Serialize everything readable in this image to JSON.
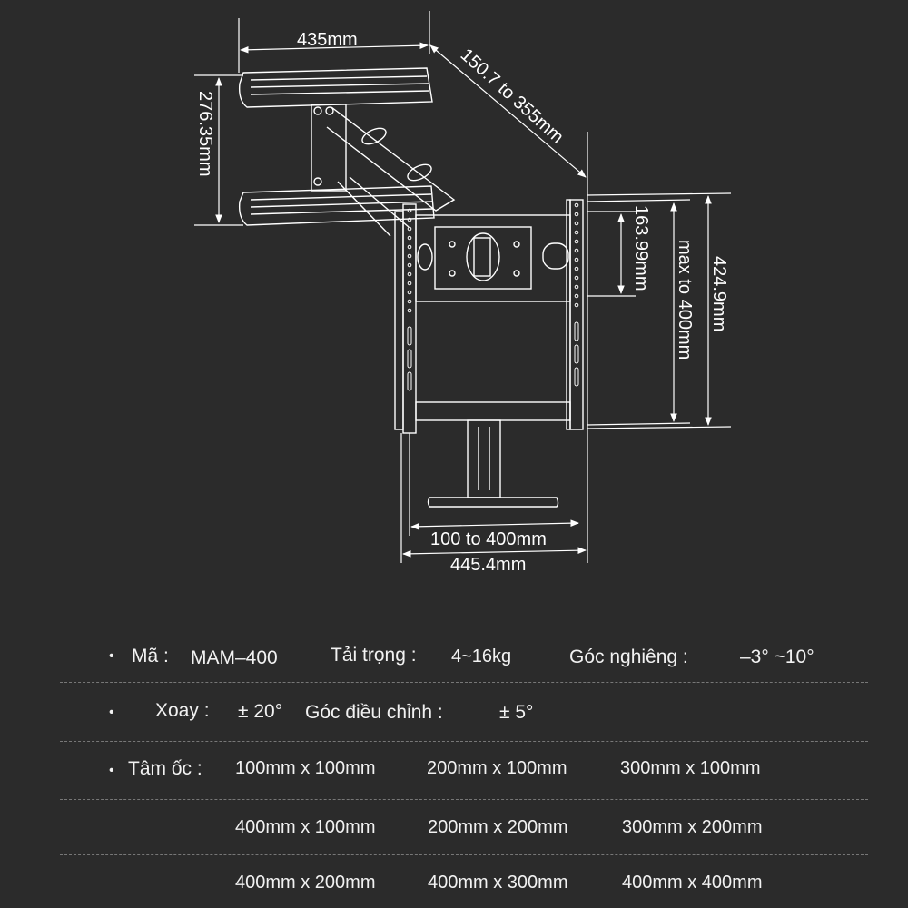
{
  "diagram": {
    "subject": "tv-wall-mount-bracket",
    "dimensions": {
      "arm_width": "435mm",
      "arm_extension": "150.7 to 355mm",
      "wall_plate_height": "276.35mm",
      "plate_height": "163.99mm",
      "vesa_vertical": "max to 400mm",
      "overall_height": "424.9mm",
      "vesa_horizontal": "100 to 400mm",
      "overall_width": "445.4mm"
    }
  },
  "specs": {
    "code_label": "Mã :",
    "code_value": "MAM–400",
    "load_label": "Tải trọng :",
    "load_value": "4~16kg",
    "tilt_label": "Góc nghiêng :",
    "tilt_value": "–3°  ~10°",
    "swivel_label": "Xoay :",
    "swivel_value": "± 20°",
    "adjust_label": "Góc điều chỉnh :",
    "adjust_value": "± 5°",
    "vesa_label": "Tâm ốc :",
    "vesa_values": [
      [
        "100mm x 100mm",
        "200mm x 100mm",
        "300mm x 100mm"
      ],
      [
        "400mm x 100mm",
        "200mm x 200mm",
        "300mm x 200mm"
      ],
      [
        "400mm x 200mm",
        "400mm x 300mm",
        "400mm x 400mm"
      ]
    ]
  }
}
